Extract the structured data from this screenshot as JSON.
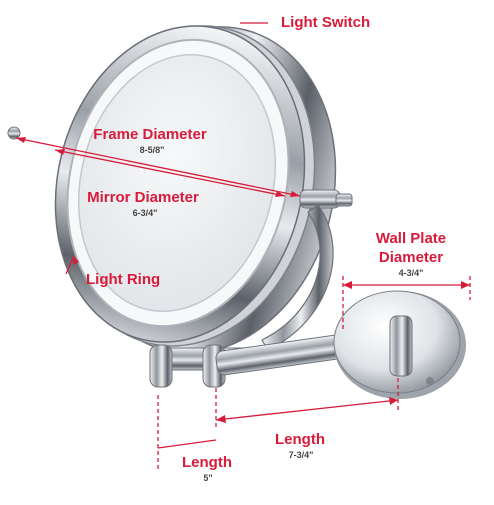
{
  "labels": {
    "light_switch": "Light Switch",
    "frame_diameter": "Frame Diameter",
    "frame_diameter_value": "8-5/8\"",
    "mirror_diameter": "Mirror Diameter",
    "mirror_diameter_value": "6-3/4\"",
    "light_ring": "Light Ring",
    "wall_plate_line1": "Wall Plate",
    "wall_plate_line2": "Diameter",
    "wall_plate_value": "4-3/4\"",
    "length_arm": "Length",
    "length_arm_value": "7-3/4\"",
    "length_base": "Length",
    "length_base_value": "5\""
  },
  "colors": {
    "annotation": "#d81b3a",
    "chrome_dark": "#5a5f66",
    "chrome_mid": "#a9aeb5",
    "chrome_light": "#eef1f4",
    "mirror_face": "#e9ecef",
    "light_ring": "#f7f8f9"
  }
}
